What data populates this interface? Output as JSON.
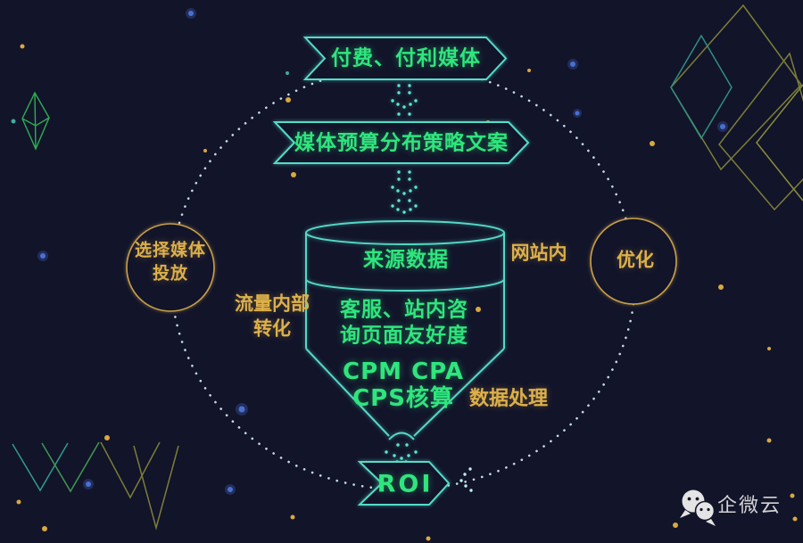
{
  "banners": {
    "top": "付费、付利媒体",
    "strategy": "媒体预算分布策略文案",
    "roi": "ROI"
  },
  "funnel": {
    "source": "来源数据",
    "service_line1": "客服、站内咨",
    "service_line2": "询页面友好度",
    "metrics_line1": "CPM CPA",
    "metrics_line2": "CPS核算"
  },
  "nodes": {
    "select_media_line1": "选择媒体",
    "select_media_line2": "投放",
    "optimize": "优化"
  },
  "labels": {
    "onsite": "网站内",
    "traffic_line1": "流量内部",
    "traffic_line2": "转化",
    "data_processing": "数据处理"
  },
  "watermark": {
    "brand": "企微云"
  },
  "icons": {
    "watermark": "wechat-chat-bubbles-icon"
  },
  "colors": {
    "background": "#12142a",
    "outline_teal": "#54dcc8",
    "text_green": "#2fe57d",
    "text_gold": "#ddb04a",
    "circle_gold": "#c9a04a",
    "dots": "#d8f4f4",
    "watermark_gray": "#d2d2d2",
    "decor_olive": "#7c7e37",
    "decor_green": "#2fae52"
  }
}
